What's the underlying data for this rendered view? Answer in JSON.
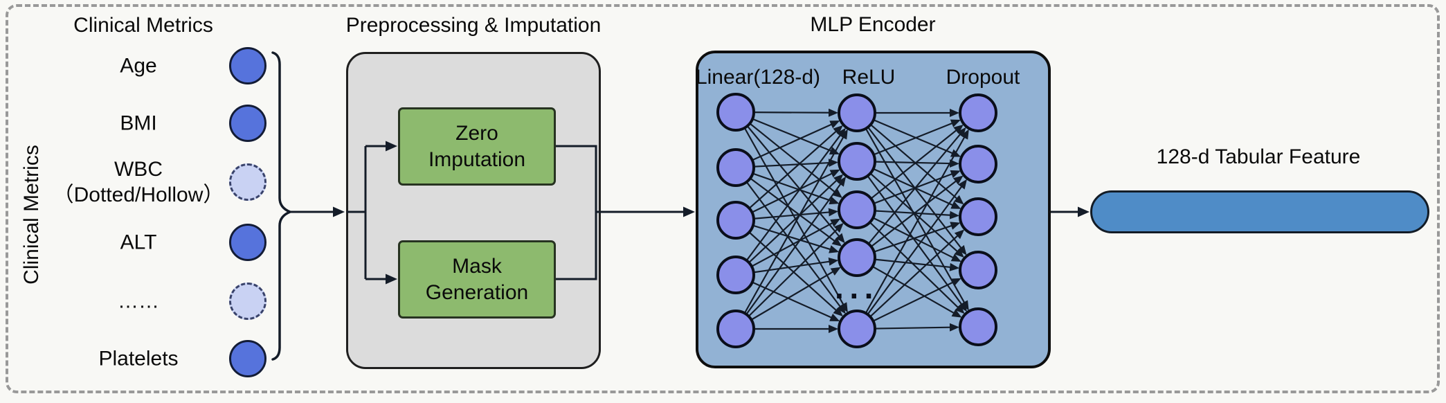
{
  "colors": {
    "background": "#f8f8f5",
    "outer_dashed_border": "#999999",
    "solid_metric_fill": "#5673dc",
    "dashed_metric_fill": "#c9d2f3",
    "preprocessing_panel_fill": "#dcdcdc",
    "process_box_fill": "#8dba6e",
    "mlp_panel_fill": "#92b2d4",
    "mlp_node_fill": "#8a8fe9",
    "feature_pill_fill": "#4f8cc7",
    "line_color": "#141c28"
  },
  "clinical": {
    "vertical_label": "Clinical Metrics",
    "header": "Clinical Metrics",
    "items": [
      {
        "label": "Age",
        "node": "solid"
      },
      {
        "label": "BMI",
        "node": "solid"
      },
      {
        "label": "WBC",
        "sublabel": "（Dotted/Hollow）",
        "node": "dashed"
      },
      {
        "label": "ALT",
        "node": "solid"
      },
      {
        "label": "……",
        "node": "dashed"
      },
      {
        "label": "Platelets",
        "node": "solid"
      }
    ]
  },
  "preprocessing": {
    "title": "Preprocessing & Imputation",
    "boxes": [
      {
        "label": "Zero\nImputation"
      },
      {
        "label": "Mask\nGeneration"
      }
    ]
  },
  "mlp": {
    "title": "MLP Encoder",
    "columns": [
      {
        "label": "Linear(128-d)",
        "nodes": 5
      },
      {
        "label": "ReLU",
        "nodes": 5
      },
      {
        "label": "Dropout",
        "nodes": 5
      }
    ],
    "ellipsis": "···"
  },
  "output": {
    "label": "128-d Tabular Feature"
  }
}
